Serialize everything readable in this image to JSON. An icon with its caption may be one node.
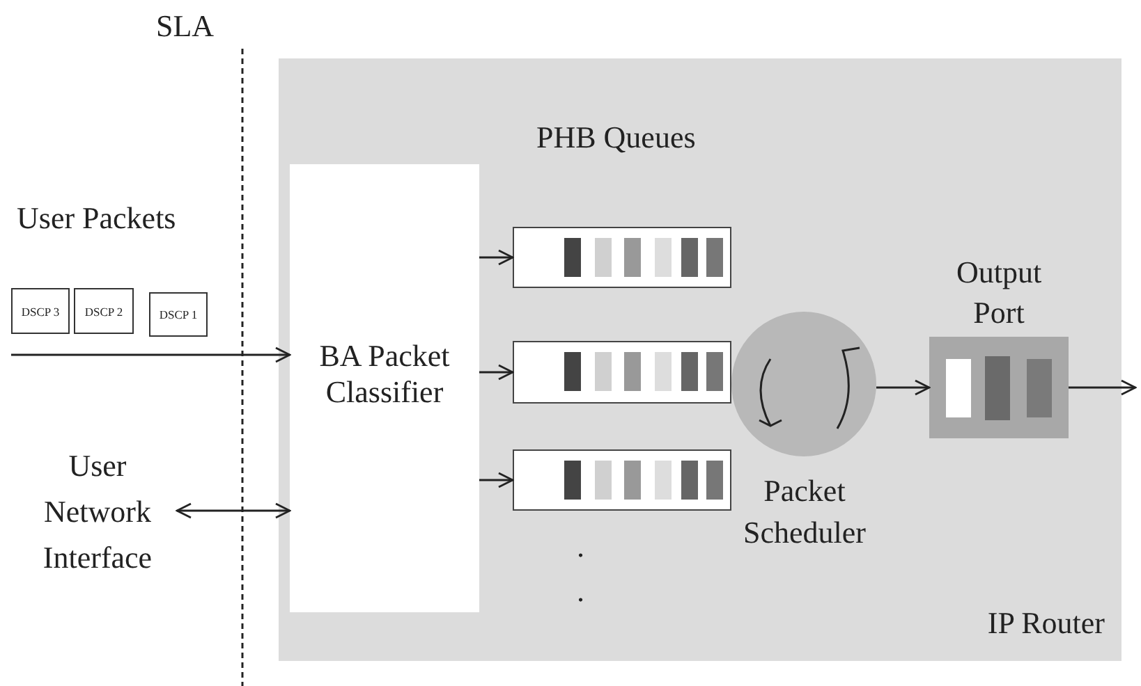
{
  "diagram": {
    "nodes": [
      {
        "text": [
          "IP Router"
        ]
      },
      {
        "text": [
          "BA Packet Classifier"
        ],
        "in": 0
      },
      {
        "text": [],
        "shape": "box",
        "in": 0
      },
      {
        "text": [],
        "shape": "box",
        "in": 0
      },
      {
        "text": [],
        "shape": "box",
        "in": 0
      },
      {
        "text": [
          "Packet Scheduler"
        ],
        "in": 0
      },
      {
        "text": [
          "Output Port"
        ],
        "in": 0
      },
      {
        "text": [
          "DSCP 3"
        ]
      },
      {
        "text": [
          "DSCP 2"
        ]
      },
      {
        "text": [
          "DSCP 1"
        ]
      },
      {
        "text": [
          "User Network Interface"
        ]
      }
    ],
    "edges": [
      {
        "from": null,
        "to": 1,
        "arrow": "to"
      },
      {
        "from": 1,
        "to": 2,
        "arrow": "to"
      },
      {
        "from": 1,
        "to": 3,
        "arrow": "to"
      },
      {
        "from": 1,
        "to": 4,
        "arrow": "to"
      },
      {
        "from": 10,
        "to": 1,
        "arrow": "both"
      },
      {
        "from": 5,
        "to": 6,
        "arrow": "to"
      },
      {
        "from": 6,
        "to": null,
        "arrow": "to"
      }
    ],
    "labels": [
      "SLA",
      "User Packets",
      "PHB Queues",
      ".",
      "."
    ]
  }
}
